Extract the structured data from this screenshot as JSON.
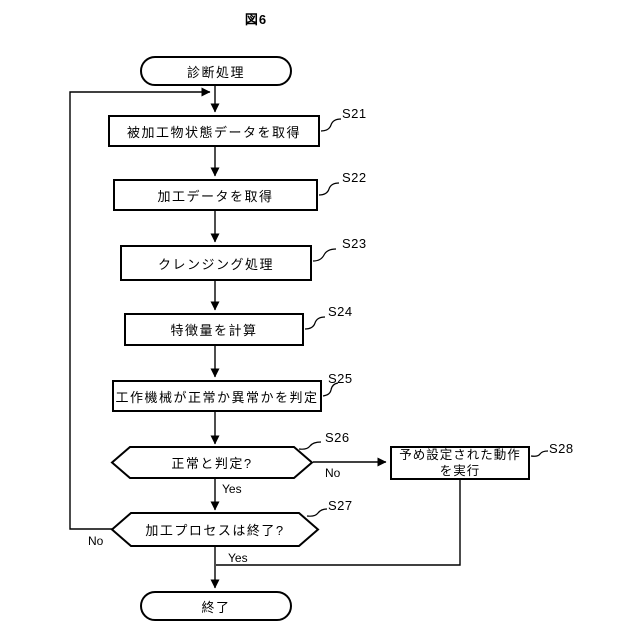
{
  "figure": {
    "title": "図6"
  },
  "colors": {
    "line": "#000000",
    "background": "#ffffff",
    "text": "#000000"
  },
  "nodes": {
    "start": {
      "label": "診断処理",
      "shape": "terminator"
    },
    "s21": {
      "step": "S21",
      "label": "被加工物状態データを取得",
      "shape": "process"
    },
    "s22": {
      "step": "S22",
      "label": "加工データを取得",
      "shape": "process"
    },
    "s23": {
      "step": "S23",
      "label": "クレンジング処理",
      "shape": "process"
    },
    "s24": {
      "step": "S24",
      "label": "特徴量を計算",
      "shape": "process"
    },
    "s25": {
      "step": "S25",
      "label": "工作機械が正常か異常かを判定",
      "shape": "process"
    },
    "s26": {
      "step": "S26",
      "label": "正常と判定?",
      "shape": "decision"
    },
    "s27": {
      "step": "S27",
      "label": "加工プロセスは終了?",
      "shape": "decision"
    },
    "s28": {
      "step": "S28",
      "line1": "予め設定された動作",
      "line2": "を実行",
      "shape": "process"
    },
    "end": {
      "label": "終了",
      "shape": "terminator"
    }
  },
  "branches": {
    "s26_yes": "Yes",
    "s26_no": "No",
    "s27_yes": "Yes",
    "s27_no": "No"
  }
}
